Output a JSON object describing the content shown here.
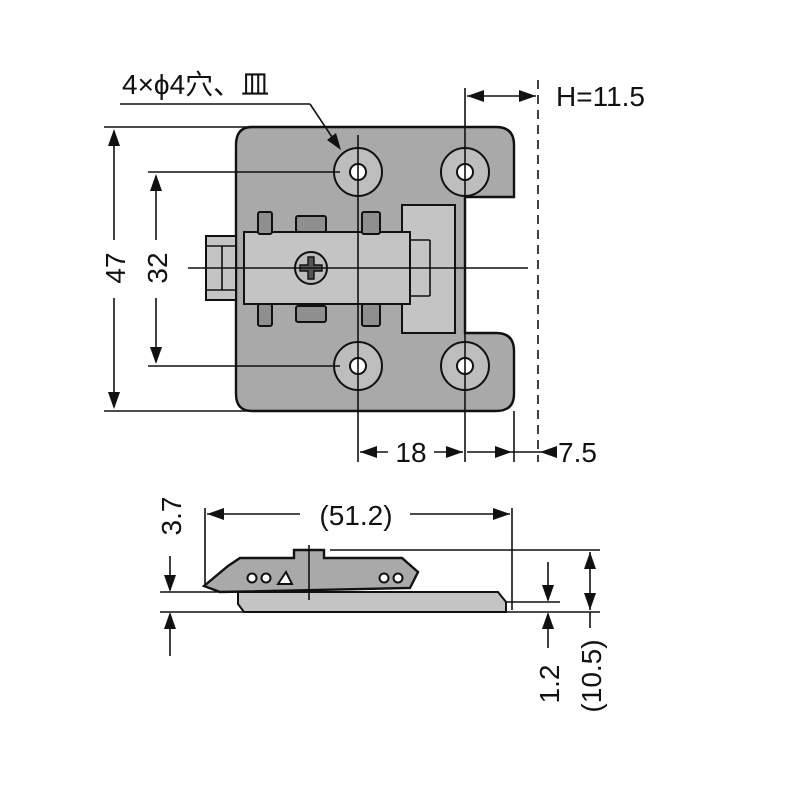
{
  "labels": {
    "hole_note": "4×ϕ4穴、皿",
    "h_value": "H=11.5",
    "height_47": "47",
    "height_32": "32",
    "width_18": "18",
    "width_7_5": "7.5",
    "length_51_2": "(51.2)",
    "thickness_3_7": "3.7",
    "thickness_1_2": "1.2",
    "height_10_5": "(10.5)"
  }
}
